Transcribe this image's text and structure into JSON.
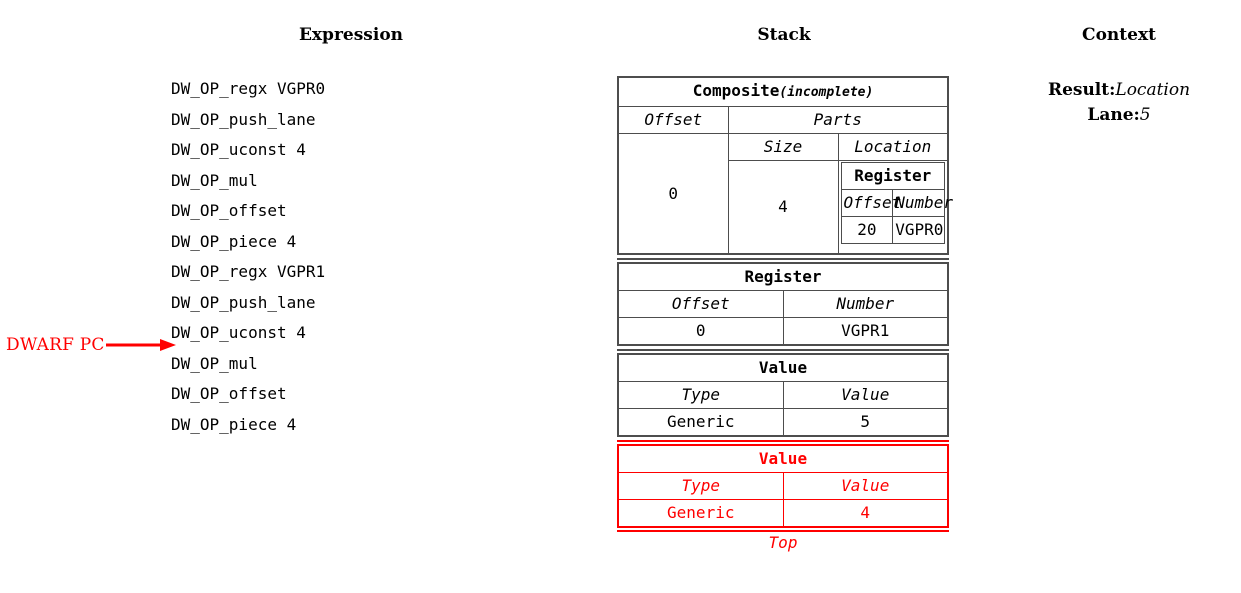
{
  "headers": {
    "expression": "Expression",
    "stack": "Stack",
    "context": "Context"
  },
  "expression": {
    "lines": [
      "DW_OP_regx VGPR0",
      "DW_OP_push_lane",
      "DW_OP_uconst 4",
      "DW_OP_mul",
      "DW_OP_offset",
      "DW_OP_piece 4",
      "DW_OP_regx VGPR1",
      "DW_OP_push_lane",
      "DW_OP_uconst 4",
      "DW_OP_mul",
      "DW_OP_offset",
      "DW_OP_piece 4"
    ],
    "pc_marker": {
      "label": "DWARF PC",
      "color": "#ff0000",
      "points_to_line_index": 9
    }
  },
  "stack": {
    "entries": [
      {
        "kind": "composite",
        "title": "Composite",
        "title_suffix": "(incomplete)",
        "offset_header": "Offset",
        "offset_value": "0",
        "parts_header": "Parts",
        "size_header": "Size",
        "location_header": "Location",
        "part": {
          "size": "4",
          "location": {
            "title": "Register",
            "offset_header": "Offset",
            "number_header": "Number",
            "offset_value": "20",
            "number_value": "VGPR0"
          }
        }
      },
      {
        "kind": "register",
        "title": "Register",
        "col1_header": "Offset",
        "col2_header": "Number",
        "col1_value": "0",
        "col2_value": "VGPR1"
      },
      {
        "kind": "value",
        "title": "Value",
        "col1_header": "Type",
        "col2_header": "Value",
        "col1_value": "Generic",
        "col2_value": "5"
      },
      {
        "kind": "value",
        "title": "Value",
        "col1_header": "Type",
        "col2_header": "Value",
        "col1_value": "Generic",
        "col2_value": "4",
        "highlighted": true,
        "highlight_color": "#ff0000",
        "caption": "Top"
      }
    ]
  },
  "context": {
    "result_key": "Result:",
    "result_value": "Location",
    "lane_key": "Lane:",
    "lane_value": "5"
  }
}
